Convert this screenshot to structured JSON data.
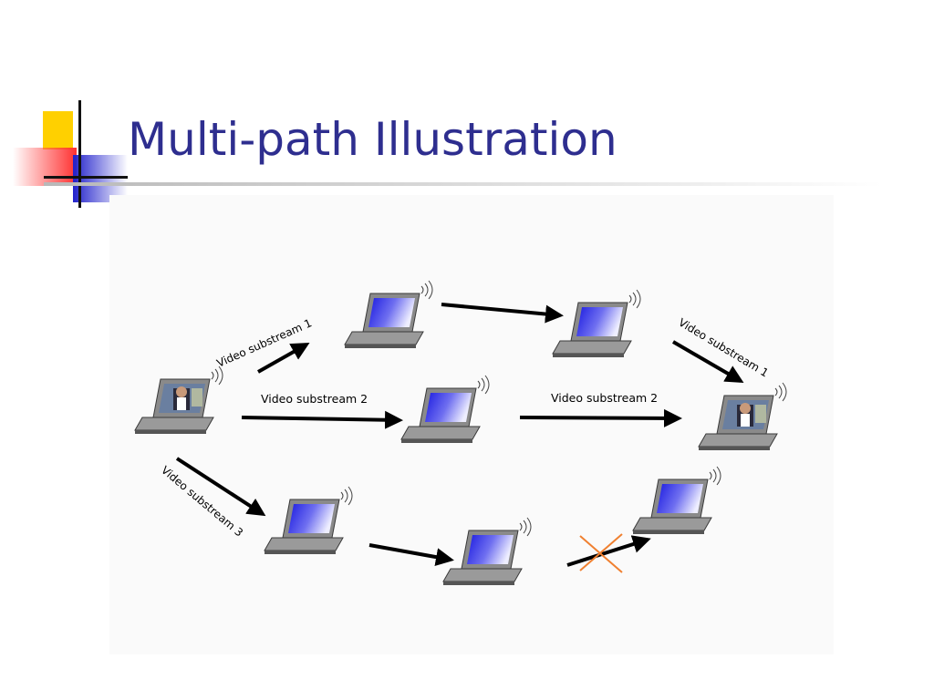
{
  "slide": {
    "title": "Multi-path Illustration"
  },
  "diagram": {
    "labels": {
      "substream1_left": "Video substream 1",
      "substream1_right": "Video substream 1",
      "substream2_left": "Video substream 2",
      "substream2_right": "Video substream 2",
      "substream3": "Video substream 3"
    },
    "nodes": [
      {
        "name": "source-laptop",
        "screen": "video"
      },
      {
        "name": "relay-top-1",
        "screen": "blue"
      },
      {
        "name": "relay-top-2",
        "screen": "blue"
      },
      {
        "name": "relay-mid",
        "screen": "blue"
      },
      {
        "name": "relay-bottom-1",
        "screen": "blue"
      },
      {
        "name": "relay-bottom-2",
        "screen": "blue"
      },
      {
        "name": "relay-bottom-3",
        "screen": "blue"
      },
      {
        "name": "destination-laptop",
        "screen": "video"
      }
    ],
    "broken_link": true
  },
  "colors": {
    "title": "#2e2e8f",
    "screen_blue": "#3333dd",
    "cross": "#f08030"
  }
}
